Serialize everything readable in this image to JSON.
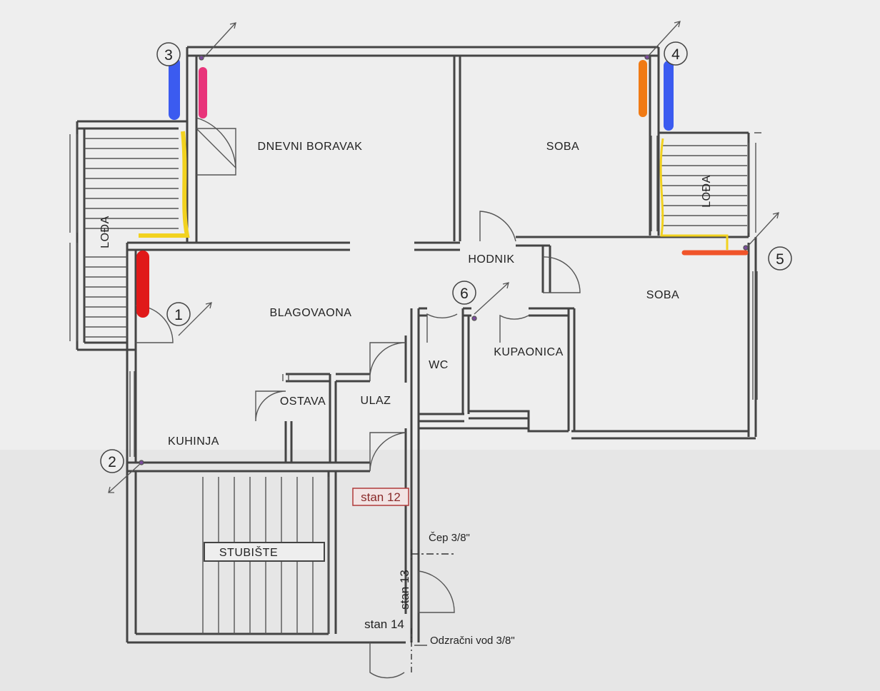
{
  "rooms": {
    "dnevni_boravak": "DNEVNI BORAVAK",
    "soba_top": "SOBA",
    "loda_left": "LOĐA",
    "loda_right": "LOĐA",
    "hodnik": "HODNIK",
    "soba_right": "SOBA",
    "blagovaona": "BLAGOVAONA",
    "kupaonica": "KUPAONICA",
    "wc": "WC",
    "ostava": "OSTAVA",
    "ulaz": "ULAZ",
    "kuhinja": "KUHINJA",
    "stubiste": "STUBIŠTE"
  },
  "markers": [
    "1",
    "2",
    "3",
    "4",
    "5",
    "6"
  ],
  "flats": {
    "stan12": "stan 12",
    "stan13": "stan 13",
    "stan14": "stan 14"
  },
  "notes": {
    "cep": "Čep 3/8\"",
    "odzracni": "Odzračni vod 3/8\""
  },
  "colors": {
    "background": "#eeeeee",
    "wall": "#444444",
    "blue_mark": "#3b5bf0",
    "pink_mark": "#e8347a",
    "orange_mark": "#f07a14",
    "yellow_mark": "#f2d21f",
    "red_mark": "#e01919",
    "orange_red_mark": "#f0542a",
    "stan12_box": "#b03a3a"
  }
}
